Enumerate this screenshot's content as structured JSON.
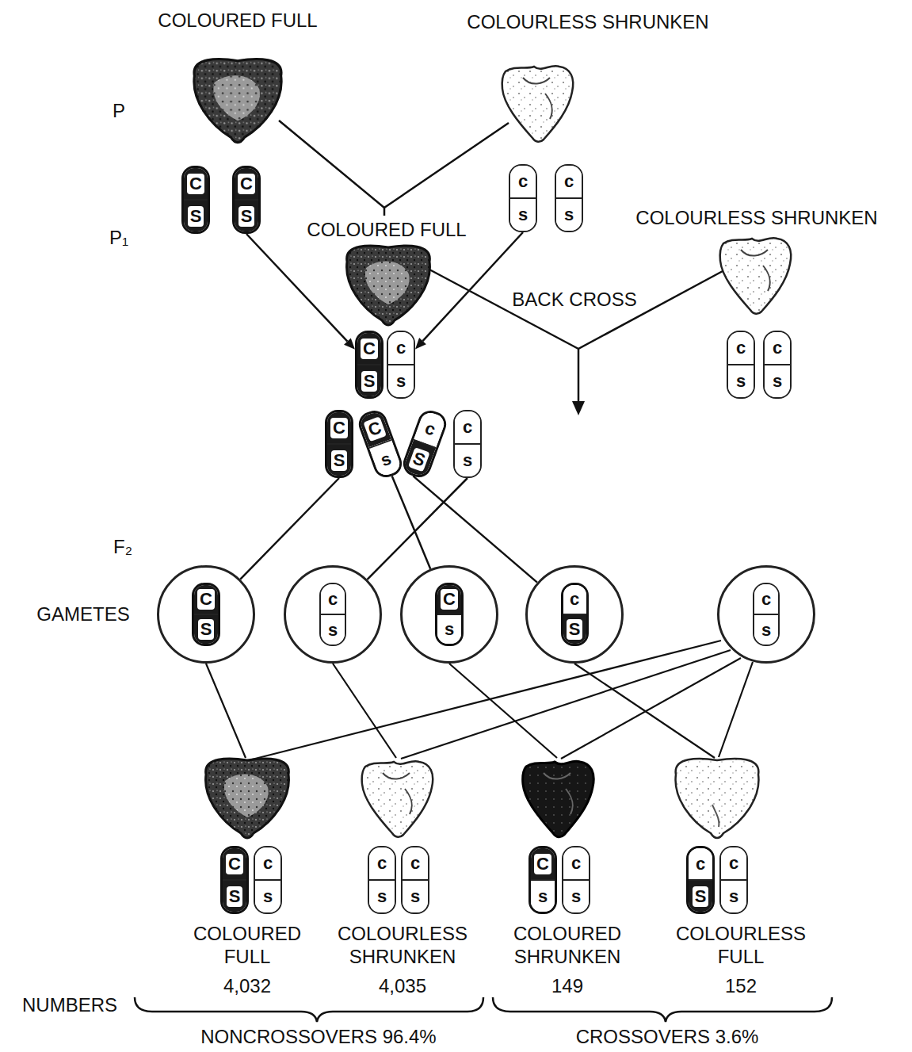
{
  "diagram": {
    "nodes": [
      {
        "text": [
          "C",
          "S"
        ]
      },
      {
        "text": [
          "C",
          "S"
        ]
      },
      {
        "text": [
          "c",
          "s"
        ]
      },
      {
        "text": [
          "c",
          "s"
        ]
      },
      {
        "text": [
          "C",
          "S"
        ]
      },
      {
        "text": [
          "c",
          "s"
        ]
      },
      {
        "text": [
          "c",
          "s"
        ]
      },
      {
        "text": [
          "c",
          "s"
        ]
      },
      {
        "text": [
          "C",
          "S"
        ]
      },
      {
        "text": [
          "C",
          "s"
        ]
      },
      {
        "text": [
          "c",
          "S"
        ]
      },
      {
        "text": [
          "c",
          "s"
        ]
      },
      {
        "text": [
          "C",
          "S"
        ]
      },
      {
        "text": [
          "c",
          "s"
        ]
      },
      {
        "text": [
          "C",
          "s"
        ]
      },
      {
        "text": [
          "c",
          "S"
        ]
      },
      {
        "text": [
          "c",
          "s"
        ]
      },
      {
        "text": [
          "C",
          "S"
        ]
      },
      {
        "text": [
          "c",
          "s"
        ]
      },
      {
        "text": [
          "c",
          "s"
        ]
      },
      {
        "text": [
          "c",
          "s"
        ]
      },
      {
        "text": [
          "C",
          "s"
        ]
      },
      {
        "text": [
          "c",
          "s"
        ]
      },
      {
        "text": [
          "c",
          "S"
        ]
      },
      {
        "text": [
          "c",
          "s"
        ]
      }
    ],
    "edges": [
      {
        "from": 1,
        "to": 4,
        "arrow": "to"
      },
      {
        "from": 2,
        "to": 5,
        "arrow": "to"
      },
      {
        "from": 8,
        "to": 12,
        "arrow": "none"
      },
      {
        "from": 9,
        "to": 14,
        "arrow": "none"
      },
      {
        "from": 10,
        "to": 15,
        "arrow": "none"
      },
      {
        "from": 11,
        "to": 13,
        "arrow": "none"
      }
    ],
    "labels": [
      "COLOURED FULL",
      "COLOURLESS SHRUNKEN",
      "P",
      "COLOURED FULL",
      "COLOURLESS SHRUNKEN",
      "P₁",
      "BACK CROSS",
      "F₂",
      "GAMETES",
      "COLOURED FULL",
      "4,032",
      "COLOURLESS SHRUNKEN",
      "4,035",
      "COLOURED SHRUNKEN",
      "149",
      "COLOURLESS FULL",
      "152",
      "NUMBERS",
      "NONCROSSOVERS 96.4%",
      "CROSSOVERS 3.6%"
    ]
  }
}
